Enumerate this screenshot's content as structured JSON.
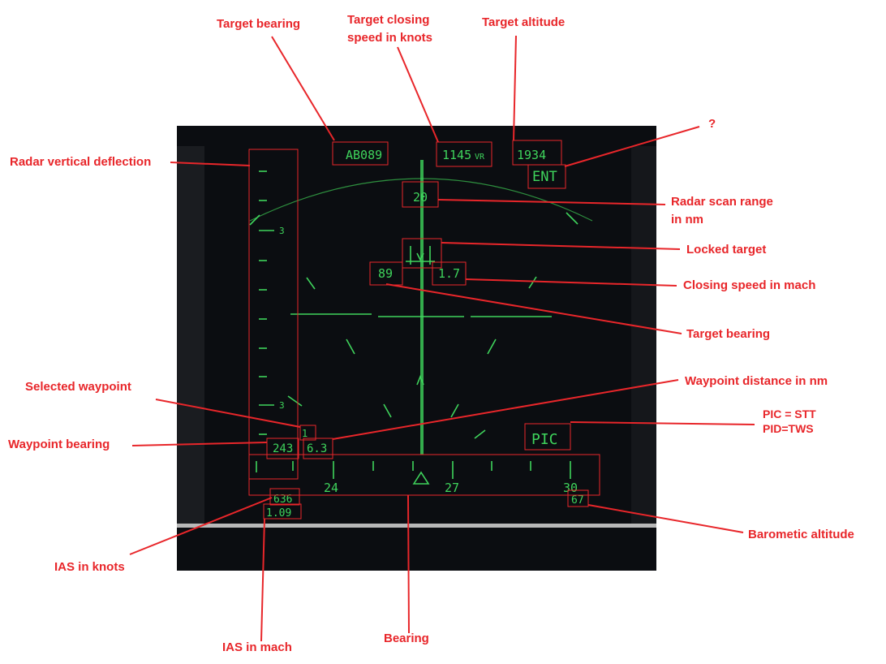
{
  "hud": {
    "top_bearing": "AB089",
    "closing_speed": "1145",
    "closing_speed_unit": "VR",
    "altitude": "1934",
    "ent": "ENT",
    "range": "20",
    "target_bearing": "89",
    "closing_mach": "1.7",
    "ladder_mark_upper": "3",
    "ladder_mark_lower": "3",
    "selected_waypoint": "1",
    "waypoint_bearing": "243",
    "waypoint_distance": "6.3",
    "mode": "PIC",
    "heading_24": "24",
    "heading_27": "27",
    "heading_30": "30",
    "ias_knots": "636",
    "ias_mach": "1.09",
    "baro_alt": "67"
  },
  "labels": {
    "target_bearing_top": "Target bearing",
    "closing_speed_line1": "Target closing",
    "closing_speed_line2": "speed in knots",
    "target_altitude": "Target altitude",
    "question": "?",
    "radar_vertical": "Radar vertical deflection",
    "radar_range_line1": "Radar scan range",
    "radar_range_line2": "in nm",
    "locked_target": "Locked target",
    "closing_mach": "Closing speed in mach",
    "target_bearing_right": "Target bearing",
    "waypoint_distance": "Waypoint distance in nm",
    "selected_waypoint": "Selected waypoint",
    "pic_line1": "PIC = STT",
    "pic_line2": "PID=TWS",
    "waypoint_bearing": "Waypoint bearing",
    "barometric_altitude": "Barometic altitude",
    "ias_knots": "IAS in knots",
    "ias_mach": "IAS in mach",
    "bearing": "Bearing"
  },
  "colors": {
    "annotation": "#e8262a",
    "hud_symbology": "#3fd45c",
    "screen_background": "#0b0d11"
  }
}
